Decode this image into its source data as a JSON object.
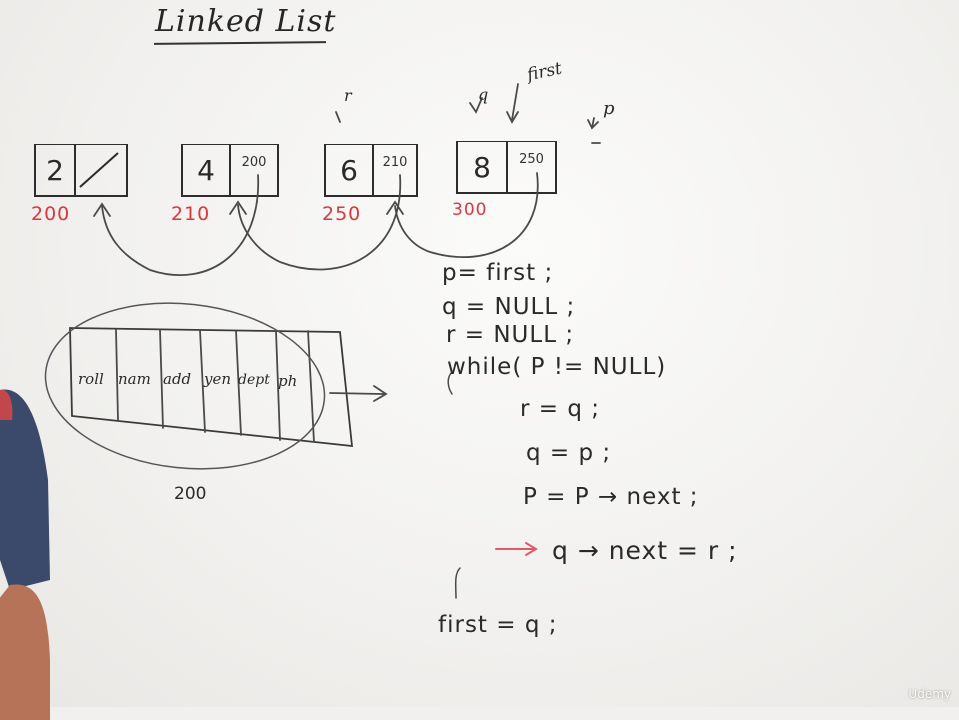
{
  "title": "Linked List",
  "nodes": [
    {
      "data": "2",
      "next": "",
      "address": "200"
    },
    {
      "data": "4",
      "next": "200",
      "address": "210"
    },
    {
      "data": "6",
      "next": "210",
      "address": "250"
    },
    {
      "data": "8",
      "next": "250",
      "address": "300"
    }
  ],
  "pointer_labels": {
    "r": "r",
    "q": "q",
    "first": "first",
    "p": "p"
  },
  "record": {
    "fields": [
      "roll",
      "nam",
      "add",
      "yen",
      "dept",
      "ph"
    ],
    "address": "200"
  },
  "code": [
    "p= first ;",
    "q = NULL ;",
    "r = NULL ;",
    "while( P != NULL)",
    "{",
    "r = q ;",
    "q = p ;",
    "P = P → next ;",
    "q → next = r ;",
    "}",
    "first = q ;"
  ],
  "colors": {
    "ink": "#2a2a2a",
    "red": "#d8383f",
    "board": "#f4f3f1"
  },
  "watermark": "Udemy"
}
